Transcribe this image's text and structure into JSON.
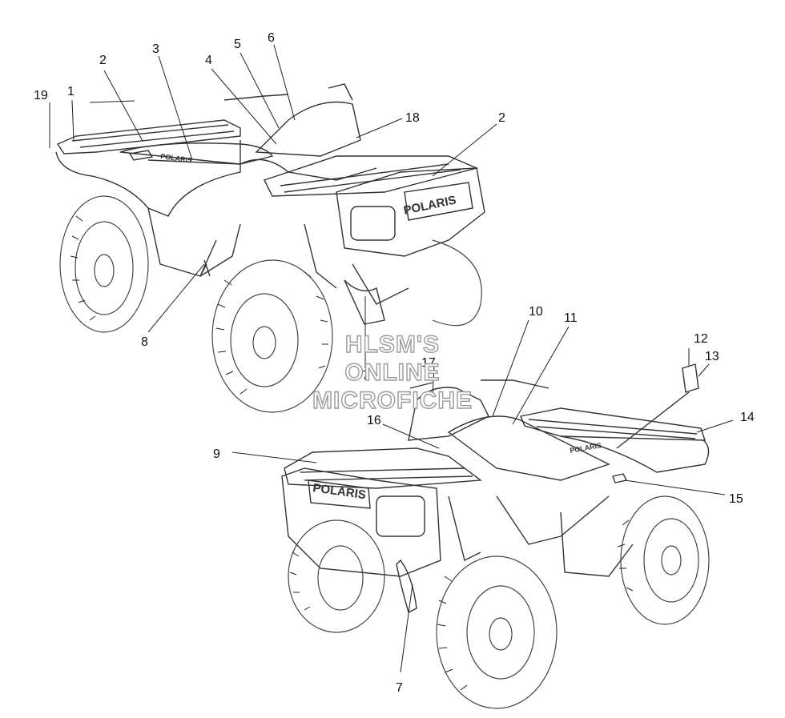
{
  "callouts": {
    "c19": "19",
    "c1": "1",
    "c2a": "2",
    "c3": "3",
    "c4": "4",
    "c5": "5",
    "c6": "6",
    "c18": "18",
    "c2b": "2",
    "c8": "8",
    "c7a": "7",
    "c10": "10",
    "c11": "11",
    "c12": "12",
    "c13": "13",
    "c17": "17",
    "c16": "16",
    "c14": "14",
    "c9": "9",
    "c15": "15",
    "c7b": "7"
  },
  "decals": {
    "brand_side_top": "POLARIS",
    "brand_front_top": "POLARIS",
    "brand_front_bottom": "POLARIS",
    "brand_side_bottom": "POLARIS"
  },
  "watermark": {
    "line1": "HLSM'S",
    "line2": "ONLINE",
    "line3": "MICROFICHE"
  }
}
